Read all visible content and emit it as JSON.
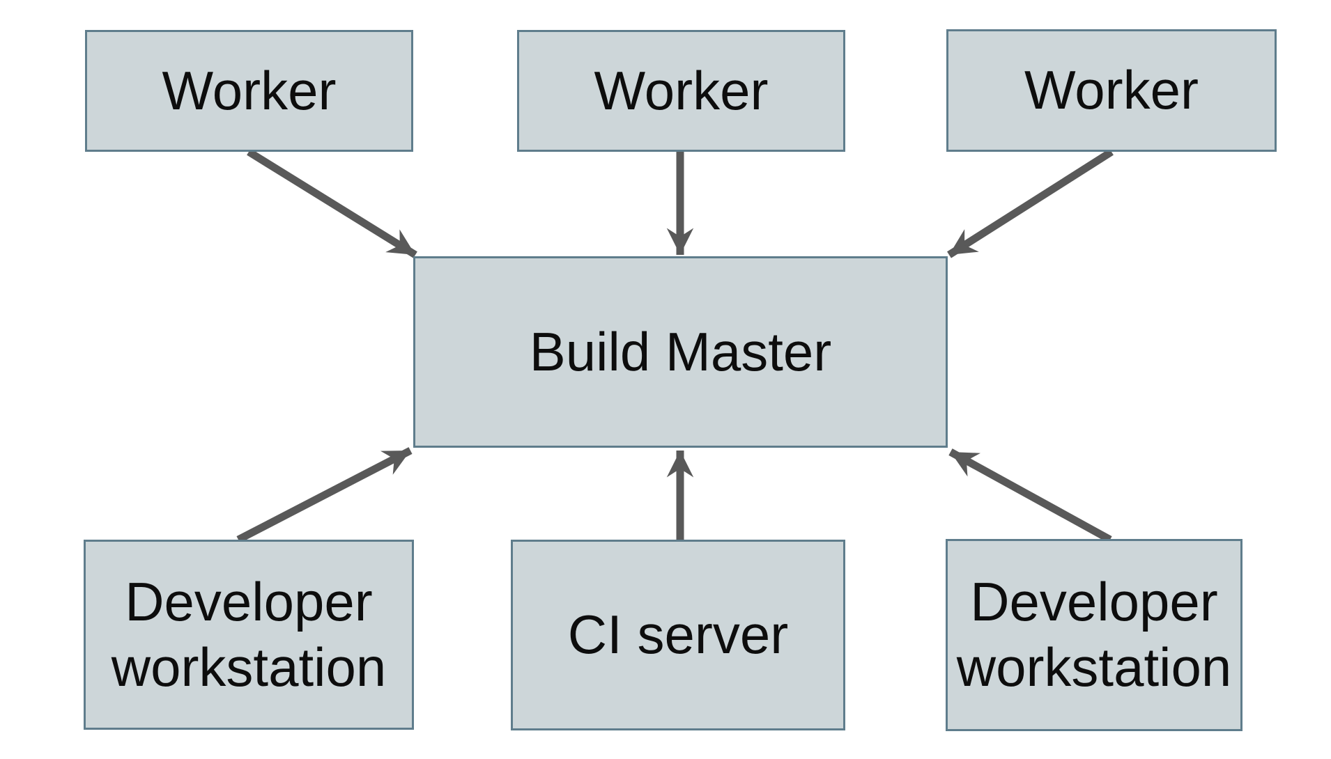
{
  "diagram": {
    "type": "architecture-diagram",
    "colors": {
      "background": "#ffffff",
      "box_fill": "#cdd6d9",
      "box_border": "#5f7d8c",
      "arrow": "#595959",
      "text": "#0d0d0d"
    },
    "nodes": [
      {
        "id": "worker-1",
        "label": "Worker"
      },
      {
        "id": "worker-2",
        "label": "Worker"
      },
      {
        "id": "worker-3",
        "label": "Worker"
      },
      {
        "id": "build-master",
        "label": "Build Master"
      },
      {
        "id": "developer-workstation-left",
        "label": "Developer workstation"
      },
      {
        "id": "ci-server",
        "label": "CI server"
      },
      {
        "id": "developer-workstation-right",
        "label": "Developer workstation"
      }
    ],
    "edges": [
      {
        "from": "worker-1",
        "to": "build-master"
      },
      {
        "from": "worker-2",
        "to": "build-master"
      },
      {
        "from": "worker-3",
        "to": "build-master"
      },
      {
        "from": "developer-workstation-left",
        "to": "build-master"
      },
      {
        "from": "ci-server",
        "to": "build-master"
      },
      {
        "from": "developer-workstation-right",
        "to": "build-master"
      }
    ]
  }
}
